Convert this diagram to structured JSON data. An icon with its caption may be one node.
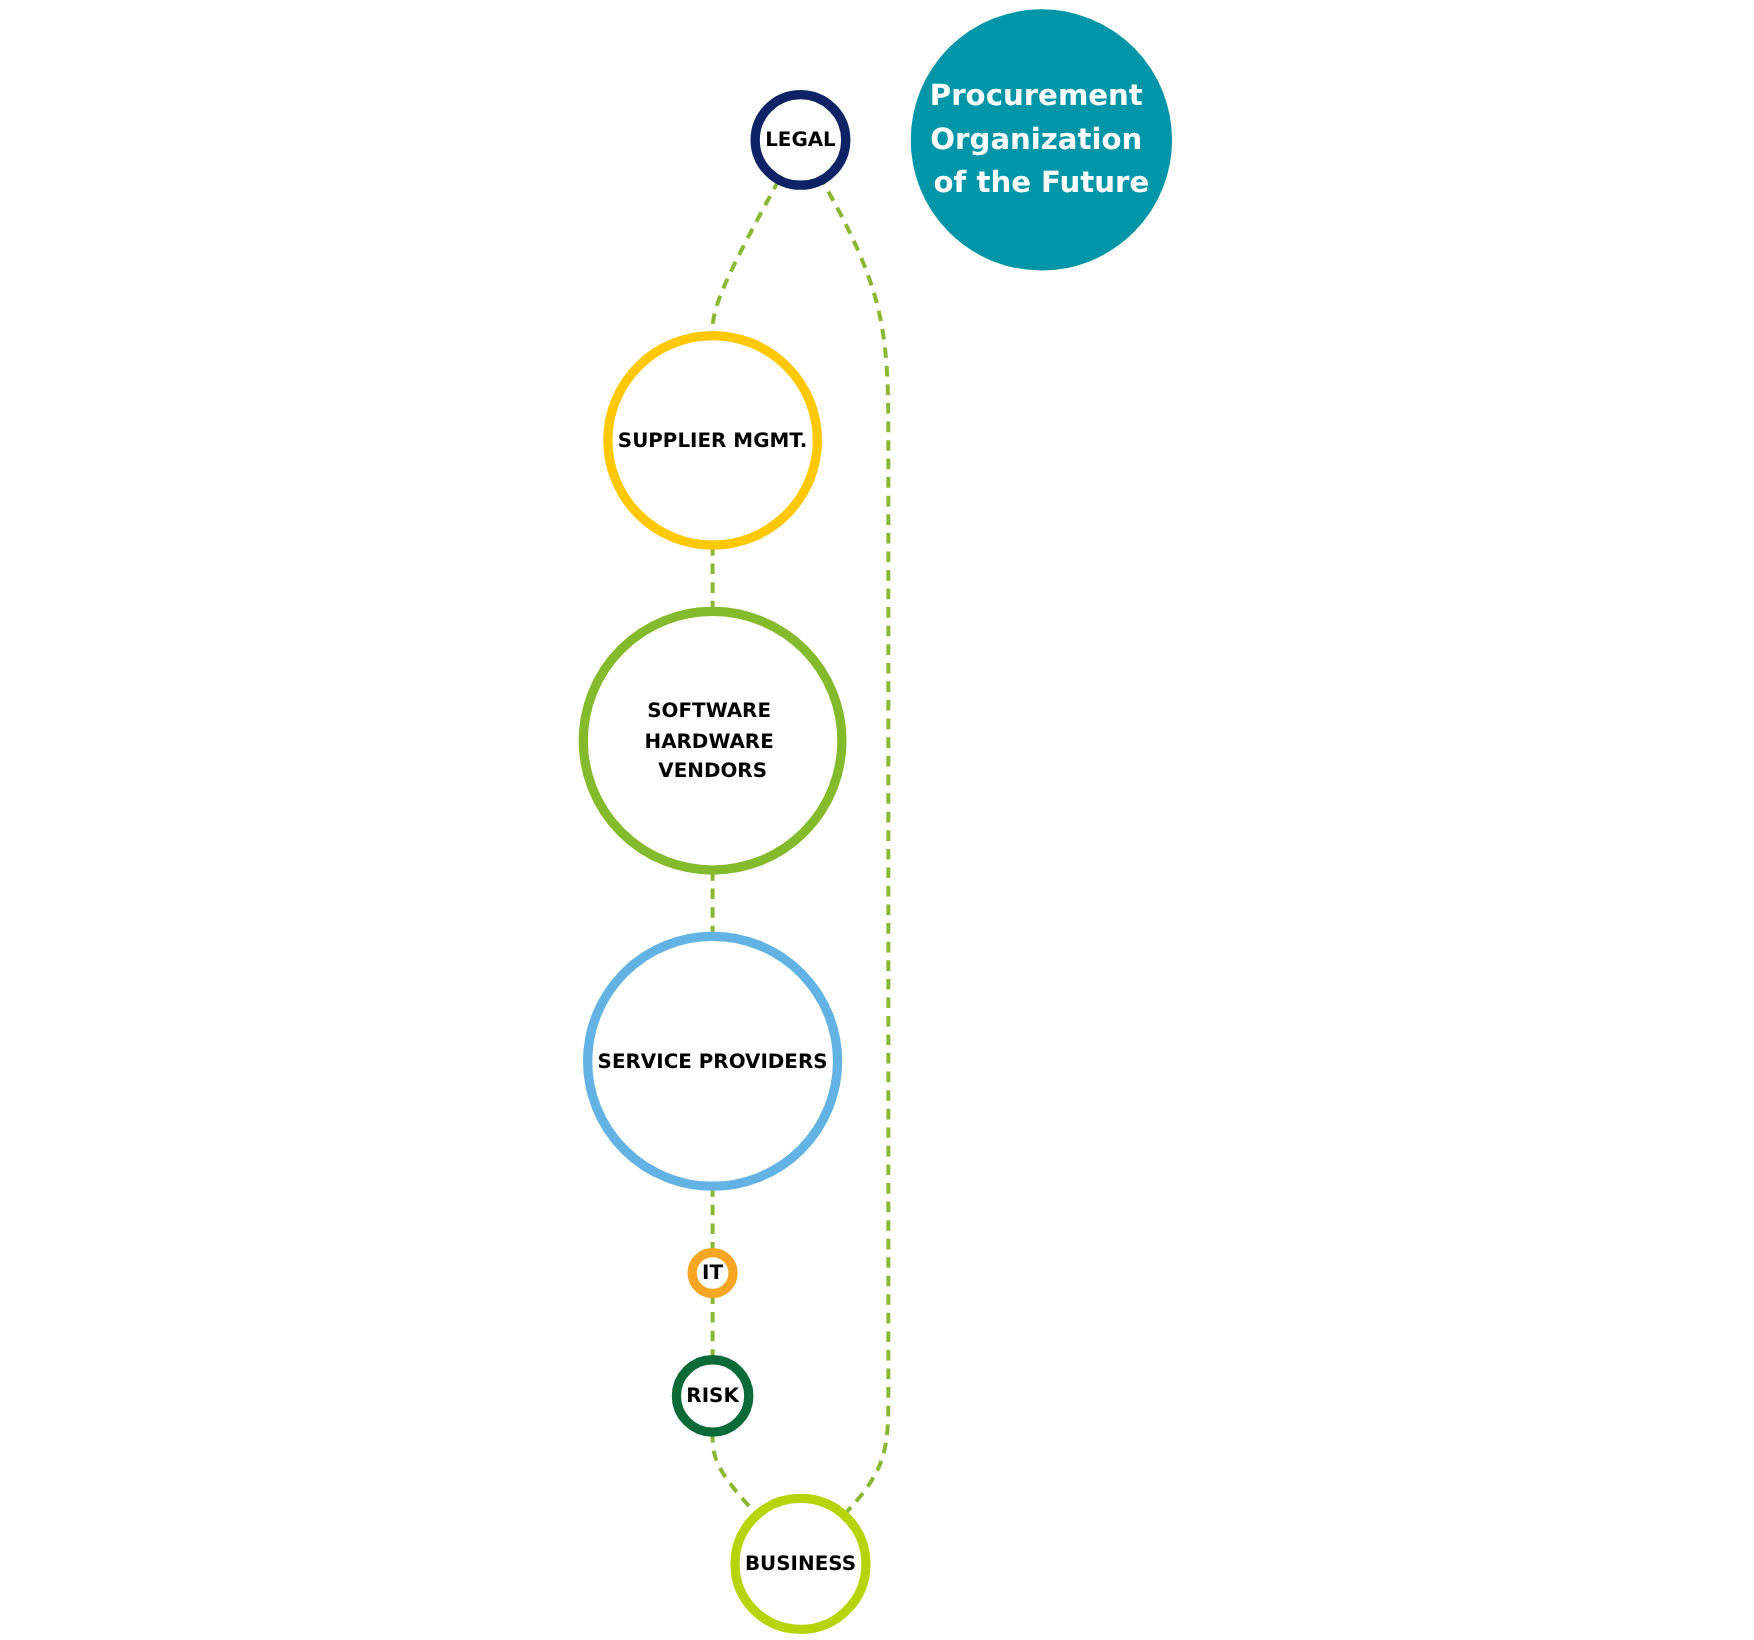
{
  "diagram": {
    "nodes": [
      {
        "text": [
          "LEGAL"
        ]
      },
      {
        "text": [
          "SUPPLIER MGMT."
        ]
      },
      {
        "text": [
          "BUSINESS"
        ]
      },
      {
        "text": [
          "Procurement Organization of the Future"
        ]
      },
      {
        "text": [
          "SOFTWARE HARDWARE VENDORS"
        ]
      },
      {
        "text": [
          "RISK"
        ]
      },
      {
        "text": [
          "IT"
        ]
      },
      {
        "text": [
          "SERVICE PROVIDERS"
        ]
      }
    ],
    "edges": [
      {
        "from": 0,
        "to": 1,
        "arrow": "none",
        "style": "dashed"
      },
      {
        "from": 1,
        "to": 4,
        "arrow": "none",
        "style": "dashed"
      },
      {
        "from": 4,
        "to": 7,
        "arrow": "none",
        "style": "dashed"
      },
      {
        "from": 7,
        "to": 6,
        "arrow": "none",
        "style": "dashed"
      },
      {
        "from": 6,
        "to": 5,
        "arrow": "none",
        "style": "dashed"
      },
      {
        "from": 5,
        "to": 2,
        "arrow": "none",
        "style": "dashed"
      },
      {
        "from": 2,
        "to": 0,
        "arrow": "none",
        "style": "dashed"
      }
    ]
  }
}
